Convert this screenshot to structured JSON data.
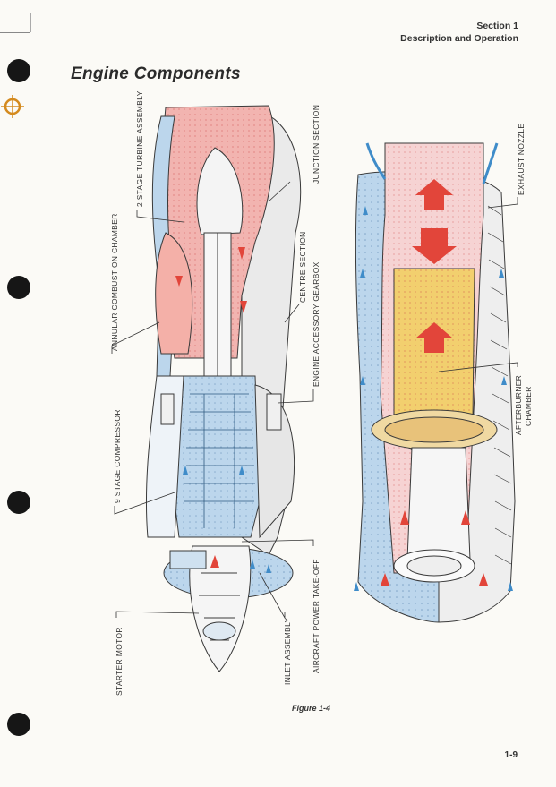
{
  "header": {
    "section": "Section 1",
    "subtitle": "Description and Operation"
  },
  "title": "Engine Components",
  "labels": {
    "turbine": "2 STAGE TURBINE ASSEMBLY",
    "combustion": "ANNULAR COMBUSTION CHAMBER",
    "junction": "JUNCTION SECTION",
    "centre": "CENTRE SECTION",
    "gearbox": "ENGINE ACCESSORY GEARBOX",
    "compressor": "9 STAGE COMPRESSOR",
    "starter": "STARTER MOTOR",
    "inlet": "INLET ASSEMBLY",
    "power": "AIRCRAFT POWER TAKE-OFF",
    "nozzle": "EXHAUST NOZZLE",
    "afterburner_1": "AFTERBURNER",
    "afterburner_2": "CHAMBER"
  },
  "figure": "Figure 1-4",
  "page_number": "1-9",
  "colors": {
    "air": "#bcd6ec",
    "hot": "#f2b4b0",
    "flame": "#f2cf6e",
    "arrow_red": "#e2453a",
    "arrow_blue": "#3f8cc9",
    "ink": "#3a3a3a"
  }
}
